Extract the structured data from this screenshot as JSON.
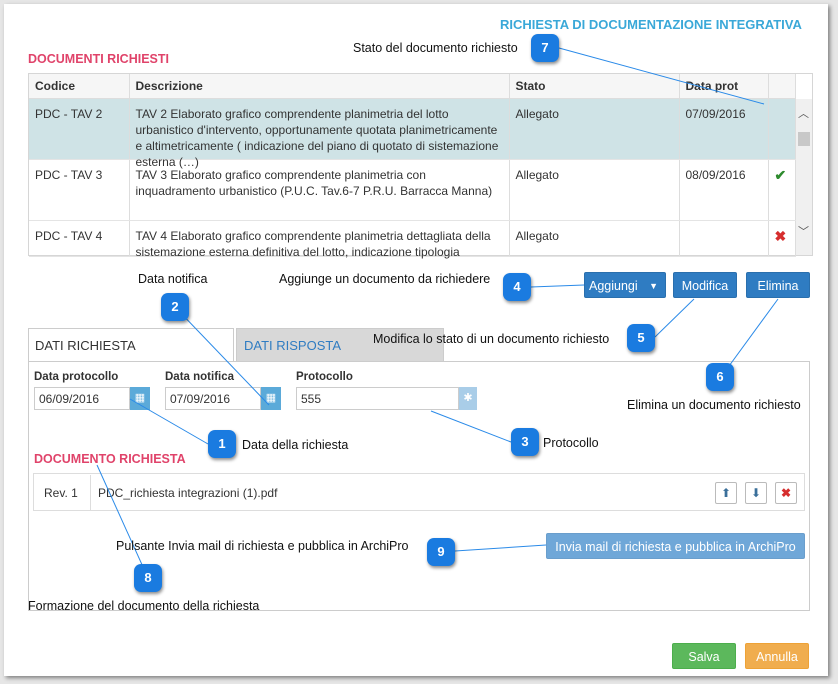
{
  "header": {
    "title": "RICHIESTA DI DOCUMENTAZIONE INTEGRATIVA"
  },
  "documenti": {
    "section_title": "DOCUMENTI RICHIESTI",
    "columns": [
      "Codice",
      "Descrizione",
      "Stato",
      "Data prot"
    ],
    "rows": [
      {
        "codice": "PDC - TAV 2",
        "descrizione": "TAV 2 Elaborato grafico comprendente planimetria del lotto urbanistico d'intervento, opportunamente quotata planimetricamente e altimetricamente ( indicazione del piano di quotato di sistemazione esterna (…)",
        "stato": "Allegato",
        "data": "07/09/2016",
        "status_icon": ""
      },
      {
        "codice": "PDC - TAV 3",
        "descrizione": "TAV 3 Elaborato grafico comprendente planimetria con inquadramento urbanistico (P.U.C. Tav.6-7 P.R.U. Barracca Manna)",
        "stato": "Allegato",
        "data": "08/09/2016",
        "status_icon": "check-icon"
      },
      {
        "codice": "PDC - TAV 4",
        "descrizione": "TAV 4 Elaborato grafico comprendente planimetria dettagliata della sistemazione esterna definitiva del lotto, indicazione tipologia",
        "stato": "Allegato",
        "data": "",
        "status_icon": "cross-icon"
      }
    ]
  },
  "toolbar": {
    "aggiungi": "Aggiungi",
    "modifica": "Modifica",
    "elimina": "Elimina"
  },
  "tabs": {
    "dati_richiesta": "DATI RICHIESTA",
    "dati_risposta": "DATI RISPOSTA"
  },
  "form": {
    "data_protocollo_label": "Data protocollo",
    "data_protocollo_value": "06/09/2016",
    "data_notifica_label": "Data notifica",
    "data_notifica_value": "07/09/2016",
    "protocollo_label": "Protocollo",
    "protocollo_value": "555"
  },
  "documento_richiesta": {
    "section_title": "DOCUMENTO RICHIESTA",
    "rev": "Rev. 1",
    "filename": "PDC_richiesta integrazioni (1).pdf"
  },
  "invia_button": "Invia mail di richiesta e pubblica in ArchiPro",
  "footer": {
    "salva": "Salva",
    "annulla": "Annulla"
  },
  "colors": {
    "accent_blue": "#2f7cc2",
    "title_cyan": "#3aa8d8",
    "section_pink": "#e0436a",
    "salva_green": "#5cb85c",
    "annulla_orange": "#f0ad4e",
    "callout_blue": "#1a7be0"
  },
  "callouts": [
    {
      "n": "1",
      "text": "Data della richiesta"
    },
    {
      "n": "2",
      "text": "Data notifica"
    },
    {
      "n": "3",
      "text": "Protocollo"
    },
    {
      "n": "4",
      "text": "Aggiunge un documento da richiedere"
    },
    {
      "n": "5",
      "text": "Modifica lo stato di un documento richiesto"
    },
    {
      "n": "6",
      "text": "Elimina un documento richiesto"
    },
    {
      "n": "7",
      "text": "Stato del documento richiesto"
    },
    {
      "n": "8",
      "text": "Formazione del documento della richiesta"
    },
    {
      "n": "9",
      "text": "Pulsante Invia mail di richiesta e pubblica in ArchiPro"
    }
  ]
}
